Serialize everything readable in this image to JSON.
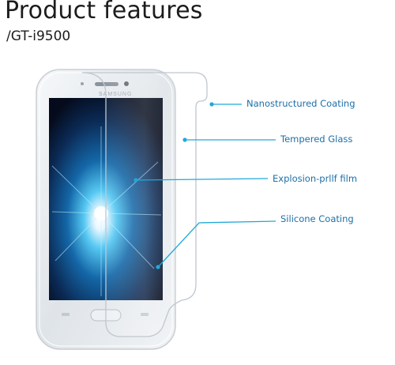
{
  "header": {
    "title": "Product features",
    "model": "/GT-i9500"
  },
  "phone": {
    "brand_text": "SAMSUNG"
  },
  "features": [
    {
      "label": "Nanostructured Coating"
    },
    {
      "label": "Tempered Glass"
    },
    {
      "label": "Explosion-prllf film"
    },
    {
      "label": "Silicone Coating"
    }
  ],
  "colors": {
    "leader": "#20a9d9",
    "label": "#1d6fa8",
    "phone_frame": "#e7ebee",
    "glass_outline": "#bfc7cf"
  }
}
